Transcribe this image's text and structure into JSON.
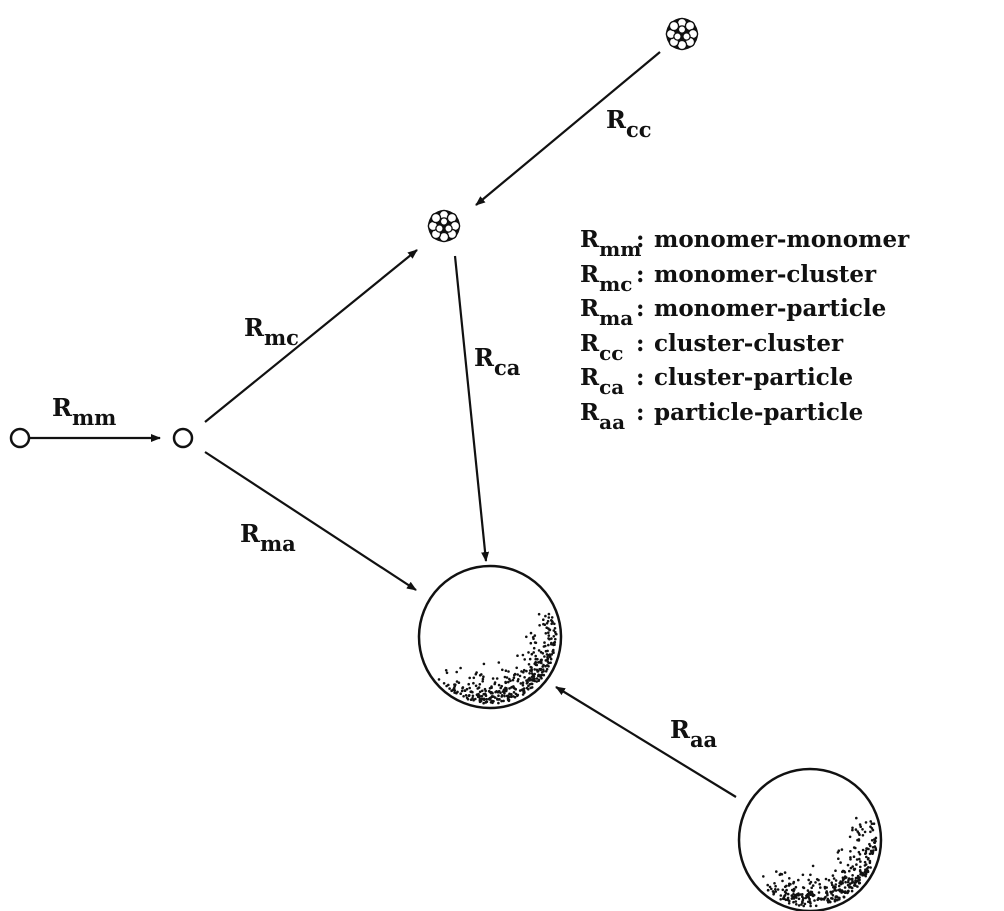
{
  "diagram": {
    "rate_labels": {
      "mm": {
        "base": "R",
        "sub": "mm"
      },
      "mc": {
        "base": "R",
        "sub": "mc"
      },
      "ma": {
        "base": "R",
        "sub": "ma"
      },
      "cc": {
        "base": "R",
        "sub": "cc"
      },
      "ca": {
        "base": "R",
        "sub": "ca"
      },
      "aa": {
        "base": "R",
        "sub": "aa"
      }
    },
    "legend": [
      {
        "base": "R",
        "sub": "mm",
        "sep": ":",
        "text": "monomer-monomer"
      },
      {
        "base": "R",
        "sub": "mc",
        "sep": ":",
        "text": "monomer-cluster"
      },
      {
        "base": "R",
        "sub": "ma",
        "sep": ":",
        "text": "monomer-particle"
      },
      {
        "base": "R",
        "sub": "cc",
        "sep": ":",
        "text": "cluster-cluster"
      },
      {
        "base": "R",
        "sub": "ca",
        "sep": ":",
        "text": "cluster-particle"
      },
      {
        "base": "R",
        "sub": "aa",
        "sep": ":",
        "text": "particle-particle"
      }
    ]
  }
}
